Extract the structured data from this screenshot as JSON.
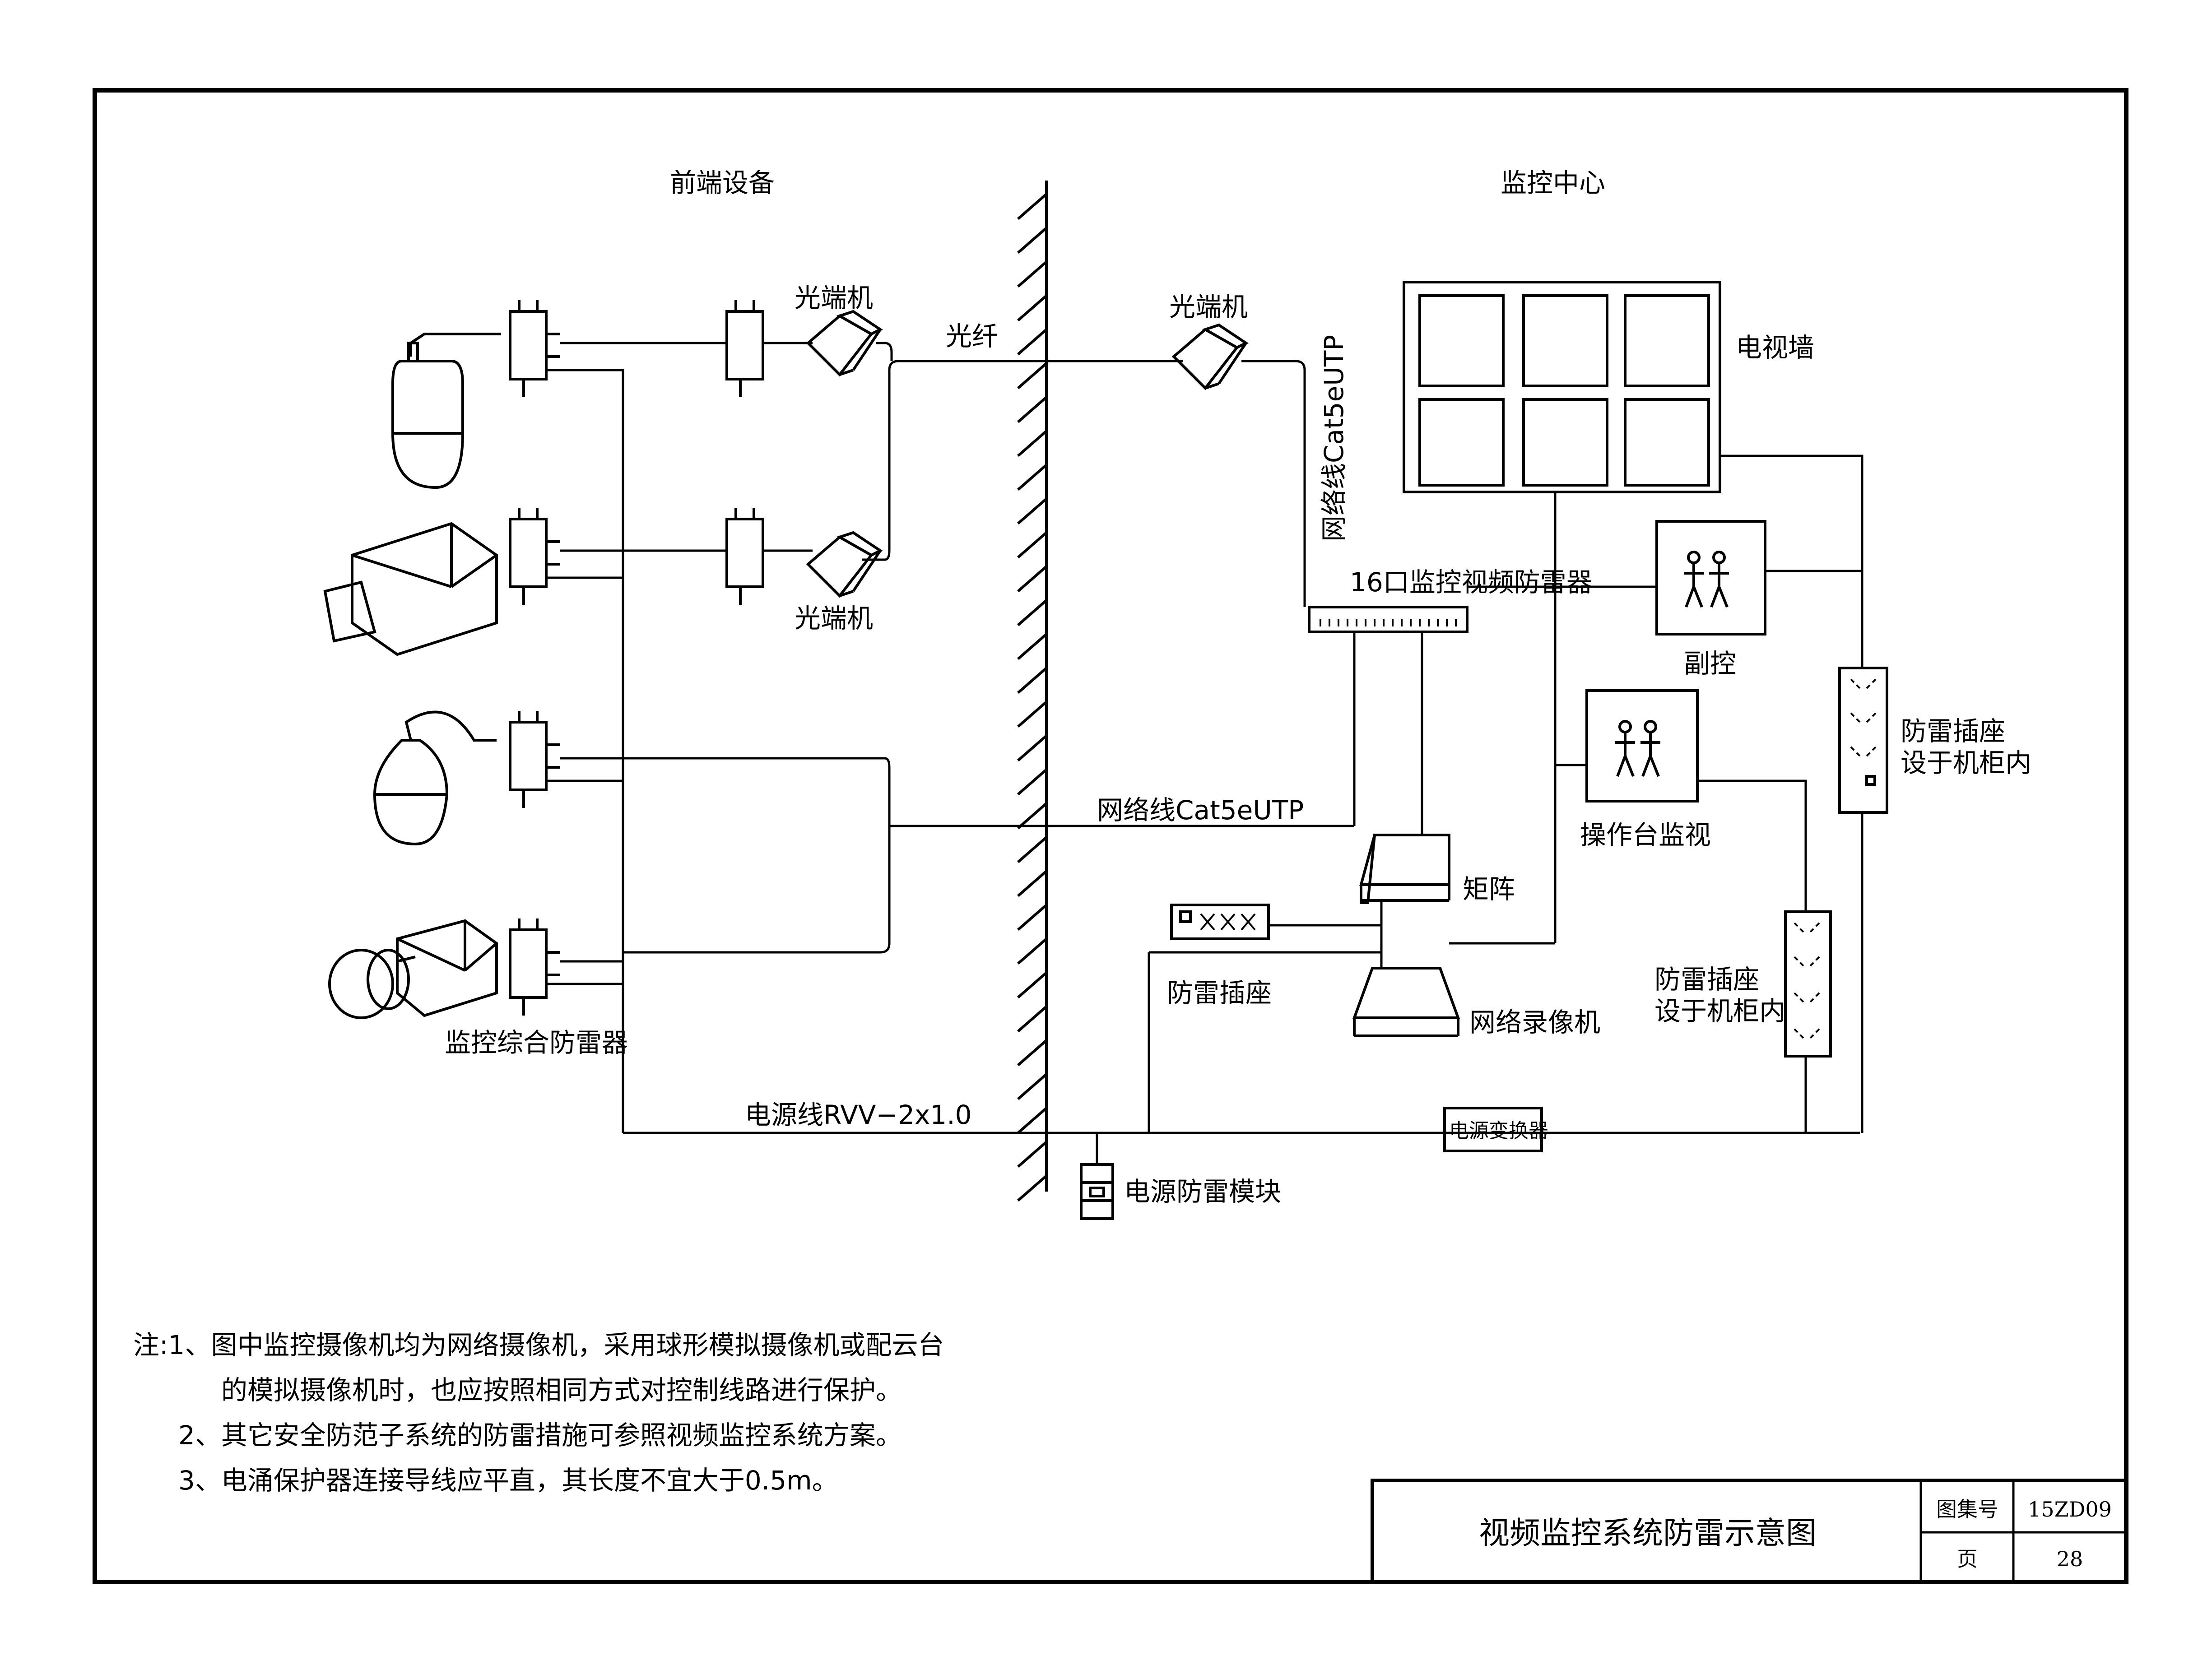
{
  "header": {
    "front_label": "前端设备",
    "center_label": "监控中心"
  },
  "labels": {
    "optical_top_left": "光端机",
    "optical_bottom_left": "光端机",
    "optical_right": "光端机",
    "fiber": "光纤",
    "network_cable_vertical": "网络线Cat5eUTP",
    "network_cable_horizontal": "网络线Cat5eUTP",
    "surge_16port": "16口监控视频防雷器",
    "tv_wall": "电视墙",
    "sub_control": "副控",
    "console_monitor": "操作台监视",
    "matrix": "矩阵",
    "nvr": "网络录像机",
    "surge_socket_left": "防雷插座",
    "surge_socket_cabinet_right_1": "防雷插座",
    "surge_socket_cabinet_right_2": "设于机柜内",
    "surge_socket_cabinet_mid_1": "防雷插座",
    "surge_socket_cabinet_mid_2": "设于机柜内",
    "integrated_surge": "监控综合防雷器",
    "power_line": "电源线RVV−2x1.0",
    "power_surge_module": "电源防雷模块",
    "power_converter": "电源变换器"
  },
  "notes": [
    "注:1、图中监控摄像机均为网络摄像机，采用球形模拟摄像机或配云台",
    "的模拟摄像机时，也应按照相同方式对控制线路进行保护。",
    "2、其它安全防范子系统的防雷措施可参照视频监控系统方案。",
    "3、电涌保护器连接导线应平直，其长度不宜大于0.5m。"
  ],
  "title_block": {
    "title": "视频监控系统防雷示意图",
    "atlas_label": "图集号",
    "atlas_value": "15ZD09",
    "page_label": "页",
    "page_value": "28"
  }
}
